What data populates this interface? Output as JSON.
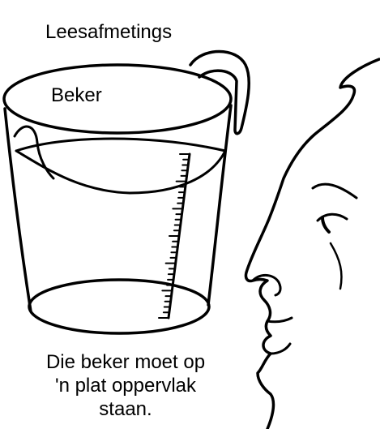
{
  "labels": {
    "heading": "Leesafmetings",
    "subheading": "Beker"
  },
  "caption": {
    "line1": "Die beker moet op",
    "line2": "'n plat oppervlak",
    "line3": "staan."
  },
  "colors": {
    "ink": "#000000",
    "paper": "#ffffff"
  }
}
